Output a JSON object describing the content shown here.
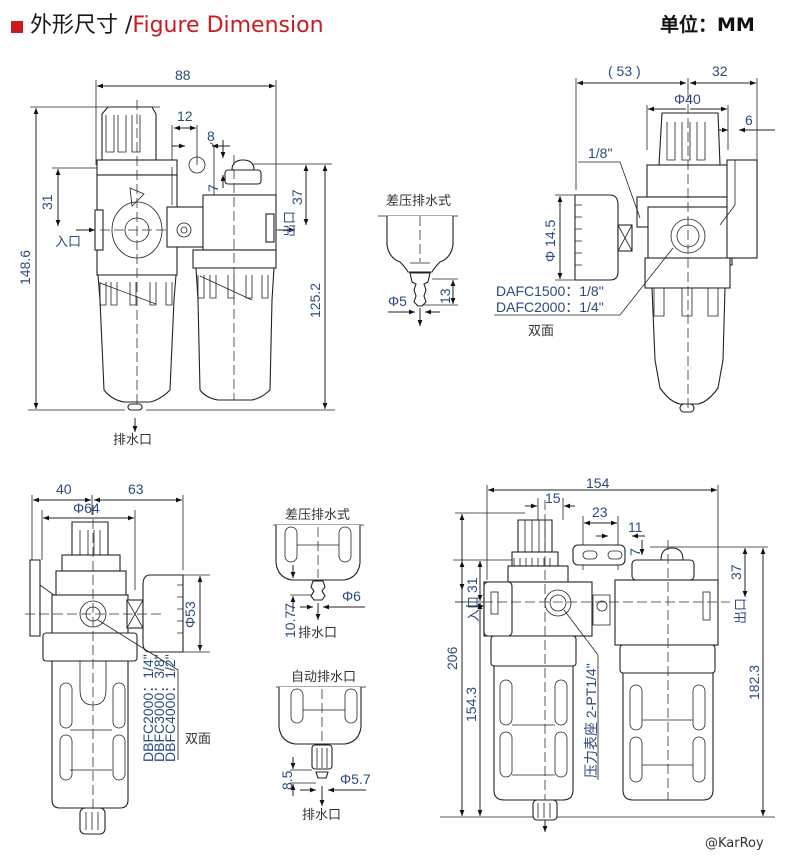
{
  "header": {
    "title_cn": "外形尺寸 /",
    "title_en": "Figure Dimension",
    "unit": "单位：MM",
    "accent_color": "#cc1a22"
  },
  "views": {
    "top_left": {
      "dims": {
        "width": "88",
        "d12": "12",
        "d8": "8",
        "d7": "7",
        "d31": "31",
        "d37": "37",
        "height": "148.6",
        "h125": "125.2"
      },
      "labels": {
        "inlet": "入口",
        "outlet": "出口",
        "drain": "排水口"
      }
    },
    "top_mid": {
      "title": "差压排水式",
      "dims": {
        "phi": "Φ5",
        "h": "13"
      }
    },
    "top_right": {
      "dims": {
        "d53": "( 53 )",
        "d32": "32",
        "phi40": "Φ40",
        "d6": "6",
        "phi14": "Φ 14.5"
      },
      "labels": {
        "port": "1/8\"",
        "model1": "DAFC1500：1/8\"",
        "model2": "DAFC2000：1/4\"",
        "both_sides": "双面"
      }
    },
    "bottom_left": {
      "dims": {
        "d40": "40",
        "d63": "63",
        "phi64": "Φ64",
        "phi53": "Φ53"
      },
      "labels": {
        "model1": "DBFC2000：1/4\"",
        "model2": "DBFC3000：3/8\"",
        "model3": "DBFC4000：1/2\"",
        "both_sides": "双面"
      }
    },
    "bottom_mid_top": {
      "title": "差压排水式",
      "dims": {
        "phi": "Φ6",
        "h": "10.77"
      },
      "labels": {
        "drain": "排水口"
      }
    },
    "bottom_mid_bottom": {
      "title": "自动排水口",
      "dims": {
        "phi": "Φ5.7",
        "h": "8.5"
      },
      "labels": {
        "drain": "排水口"
      }
    },
    "bottom_right": {
      "dims": {
        "width": "154",
        "d15": "15",
        "d23": "23",
        "d11": "11",
        "d7": "7",
        "d31": "31",
        "d37": "37",
        "height": "206",
        "h154": "154.3",
        "h182": "182.3"
      },
      "labels": {
        "inlet": "入口",
        "outlet": "出口",
        "gauge_port": "压力表座  2-PT1/4\""
      }
    }
  },
  "watermark": "@KarRoy"
}
